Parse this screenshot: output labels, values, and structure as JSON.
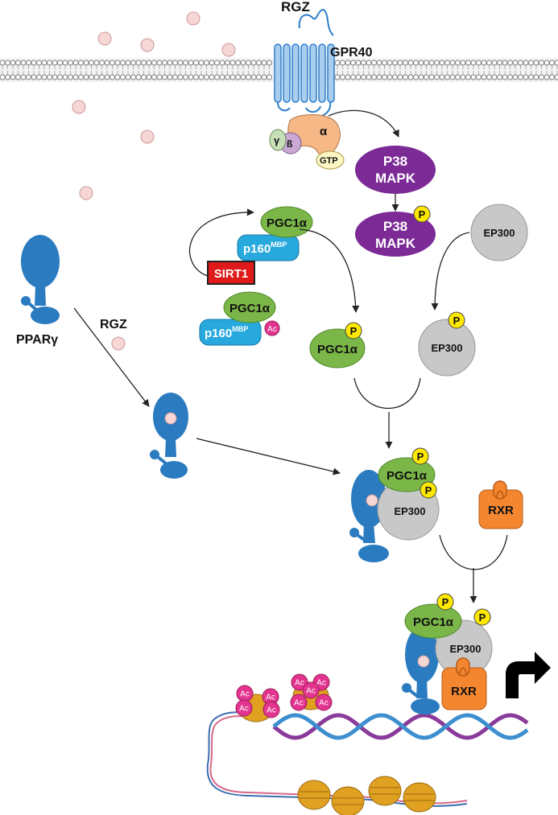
{
  "labels": {
    "rgz_top": "RGZ",
    "gpr40": "GPR40",
    "alpha": "α",
    "beta": "ß",
    "gamma": "γ",
    "gtp": "GTP",
    "p38": "P38",
    "mapk": "MAPK",
    "phospho": "P",
    "pgc1a": "PGC1α",
    "p160": "p160",
    "mbp": "MBP",
    "sirt1": "SIRT1",
    "ac": "Ac",
    "ep300": "EP300",
    "ppar": "PPARγ",
    "rgz_side": "RGZ",
    "rxr": "RXR"
  },
  "colors": {
    "membrane": "#7d7d7d",
    "receptor": "#2f7fc9",
    "ppar": "#2b7bc0",
    "ligand": "#f7d6d6",
    "galpha": "#f6b887",
    "gbeta": "#c9a8d3",
    "ggamma": "#c8e0b8",
    "gtp": "#fbf6c4",
    "mapk": "#7b2a96",
    "phospho": "#ffe800",
    "pgc1a": "#7ab648",
    "p160": "#27a9de",
    "sirt1": "#e0191a",
    "acetyl": "#e3358f",
    "ep300": "#c8c8c8",
    "rxr": "#f4862f",
    "dna_a": "#8a3a9a",
    "dna_b": "#3d8fd0",
    "nucleosome": "#e0a020"
  }
}
